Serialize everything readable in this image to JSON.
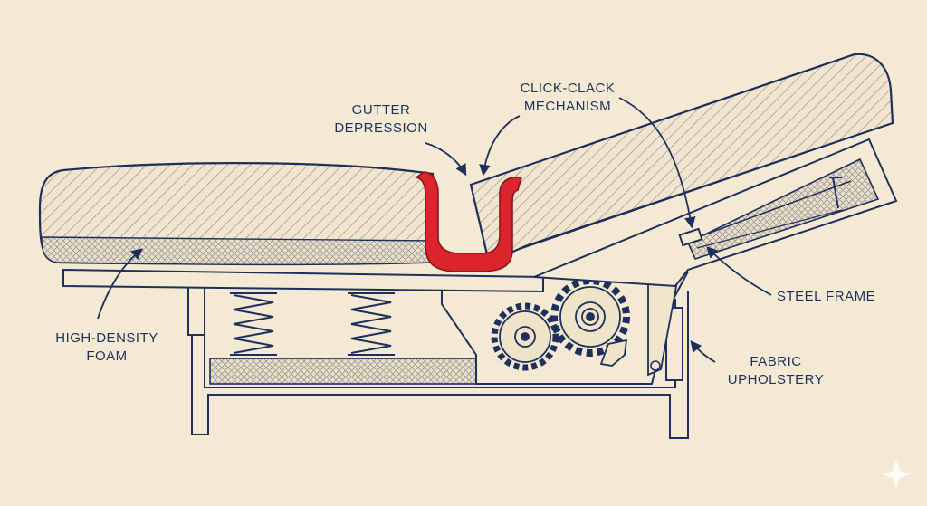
{
  "labels": {
    "gutter": {
      "line1": "GUTTER",
      "line2": "DEPRESSION"
    },
    "click_clack": {
      "line1": "CLICK-CLACK",
      "line2": "MECHANISM"
    },
    "foam": {
      "line1": "HIGH-DENSITY",
      "line2": "FOAM"
    },
    "frame": {
      "line1": "STEEL FRAME"
    },
    "upholstery": {
      "line1": "FABRIC",
      "line2": "UPHOLSTERY"
    }
  },
  "colors": {
    "ink": "#1e2f5c",
    "gutter_highlight": "#d9252b",
    "paper": "#f4ead3"
  }
}
